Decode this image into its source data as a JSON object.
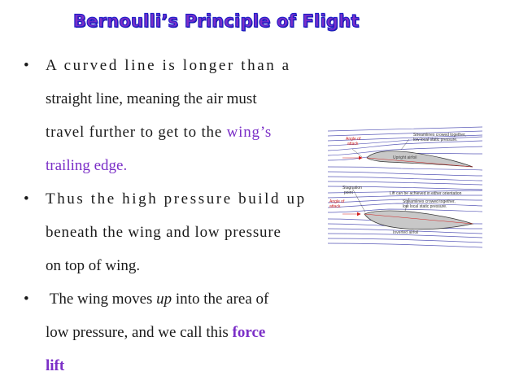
{
  "slide": {
    "title": "Bernoulli’s Principle of Flight",
    "bullets": [
      {
        "l1": "A curved line is longer than a",
        "l2": "straight line, meaning the air must",
        "l3a": "travel further to get to the ",
        "l3b": "wing’s",
        "l4": "trailing edge."
      },
      {
        "l1": "Thus the high pressure build up",
        "l2": "beneath the wing and low pressure",
        "l3": "on top of wing."
      },
      {
        "l1a": "The wing moves ",
        "l1b": "up",
        "l1c": " into the area of",
        "l2a": "low pressure, and we call this ",
        "l2b": "force",
        "l3": "lift"
      }
    ],
    "bullet_char": "•"
  },
  "diagram": {
    "upright_label_1": "Streamlines crowed together,",
    "upright_label_2": "low local static pressure.",
    "angle_attack_1a": "Angle of",
    "angle_attack_1b": "attack",
    "upright_airfoil": "Upright airfoil",
    "stagnation_1": "Stagnation",
    "stagnation_2": "point",
    "lift_note": "Lift can be achieved in either orientation",
    "angle_attack_2a": "Angle of",
    "angle_attack_2b": "attack",
    "inverted_label_1": "Streamlines crowed together,",
    "inverted_label_2": "low local static pressure.",
    "inverted_airfoil": "Inverted airfoil"
  },
  "colors": {
    "title_fill": "#7b2fc7",
    "title_stroke": "#1e1ec8",
    "accent_purple": "#7b2fc7",
    "streamline": "#5a5ab8",
    "label_red": "#d02020"
  }
}
